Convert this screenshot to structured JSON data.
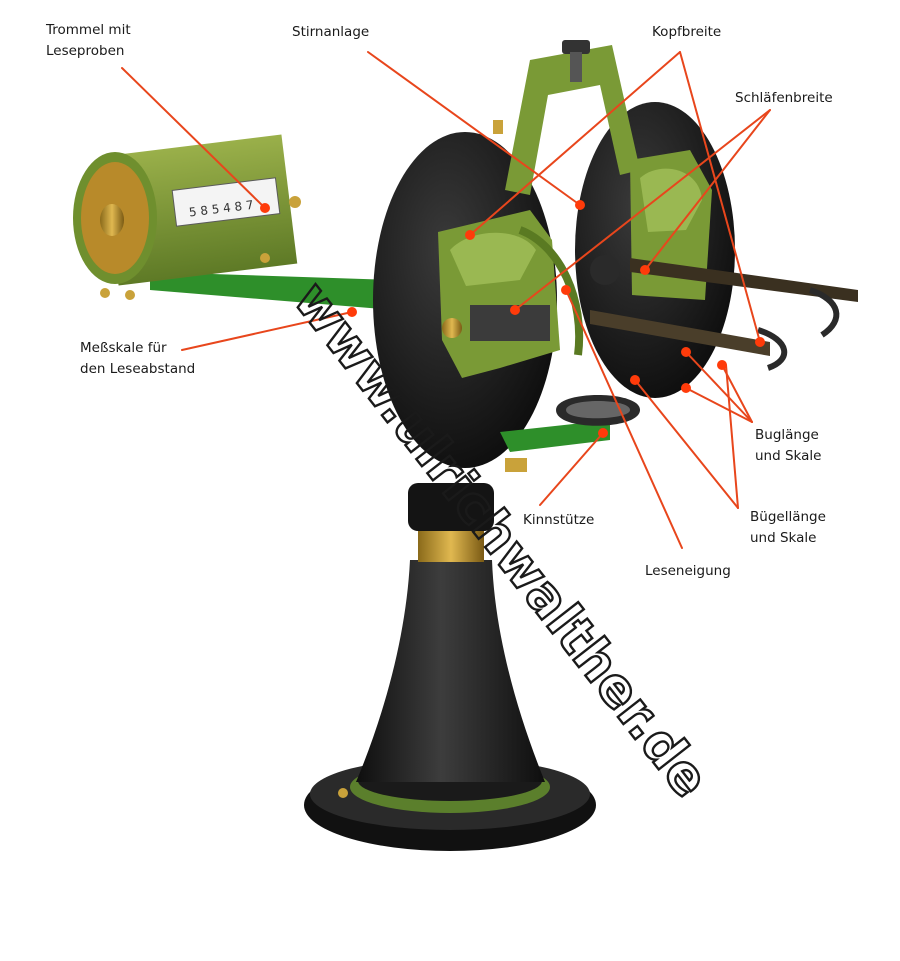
{
  "labels": {
    "trommel": "Trommel mit\nLeseproben",
    "stirnanlage": "Stirnanlage",
    "kopfbreite": "Kopfbreite",
    "schlaefenbreite": "Schläfenbreite",
    "messskale": "Meßskale für\nden Leseabstand",
    "buglaenge": "Buglänge\nund Skale",
    "kinnstuetze": "Kinnstütze",
    "buegellaenge": "Bügellänge\nund Skale",
    "leseneigung": "Leseneigung"
  },
  "drum_digits": "5 8 5 4 8 7",
  "watermark": "www.ulrichwalther.de",
  "colors": {
    "leader_line": "#e8461c",
    "marker_dot": "#ff3b0a",
    "machine_green": "#7a9a36",
    "rail_green": "#2e8f2a",
    "disc_black": "#1b1b1b",
    "brass": "#c9a23a",
    "watermark": "#1a1a1a"
  }
}
